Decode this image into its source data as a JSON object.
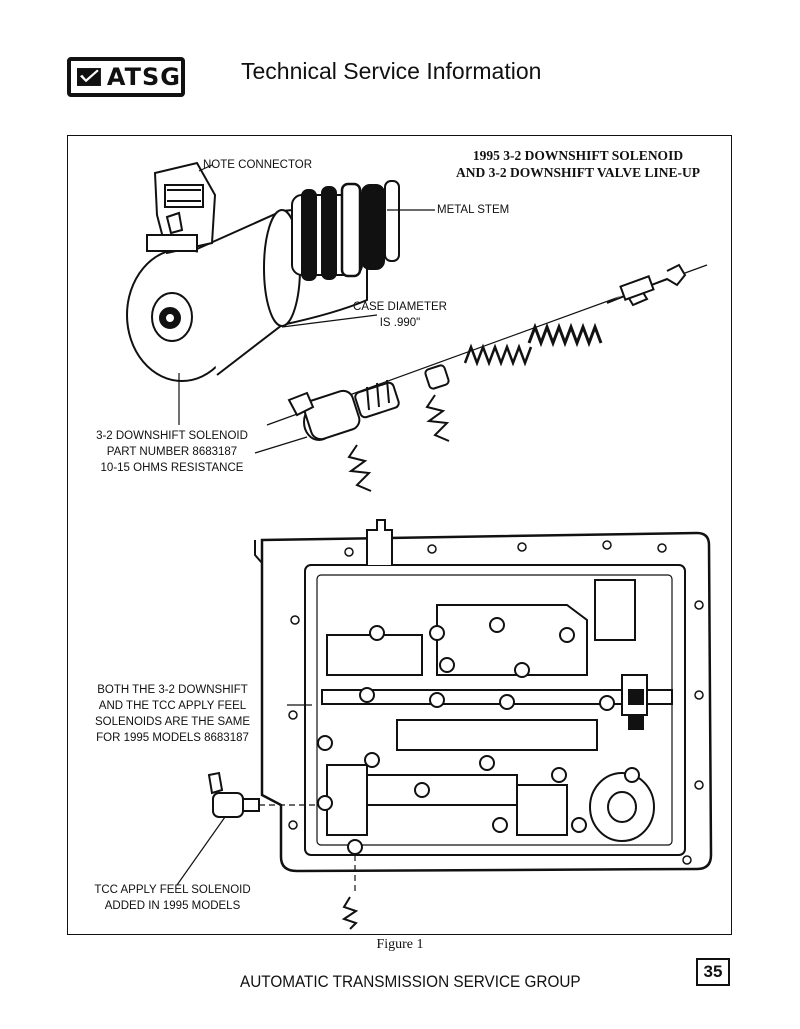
{
  "header": {
    "logo_text": "ATSG",
    "title": "Technical Service Information"
  },
  "figure": {
    "title_line1": "1995 3-2 DOWNSHIFT SOLENOID",
    "title_line2": "AND 3-2 DOWNSHIFT VALVE LINE-UP",
    "labels": {
      "note_connector": "NOTE CONNECTOR",
      "metal_stem": "METAL STEM",
      "case_diameter_1": "CASE DIAMETER",
      "case_diameter_2": "IS .990\"",
      "solenoid_1": "3-2 DOWNSHIFT SOLENOID",
      "solenoid_2": "PART NUMBER 8683187",
      "solenoid_3": "10-15 OHMS RESISTANCE",
      "both_1": "BOTH THE 3-2 DOWNSHIFT",
      "both_2": "AND THE TCC APPLY FEEL",
      "both_3": "SOLENOIDS ARE THE SAME",
      "both_4": "FOR 1995 MODELS 8683187",
      "tcc_1": "TCC APPLY FEEL SOLENOID",
      "tcc_2": "ADDED IN 1995 MODELS"
    },
    "caption": "Figure 1"
  },
  "footer": {
    "text": "AUTOMATIC TRANSMISSION SERVICE GROUP",
    "page_number": "35"
  }
}
